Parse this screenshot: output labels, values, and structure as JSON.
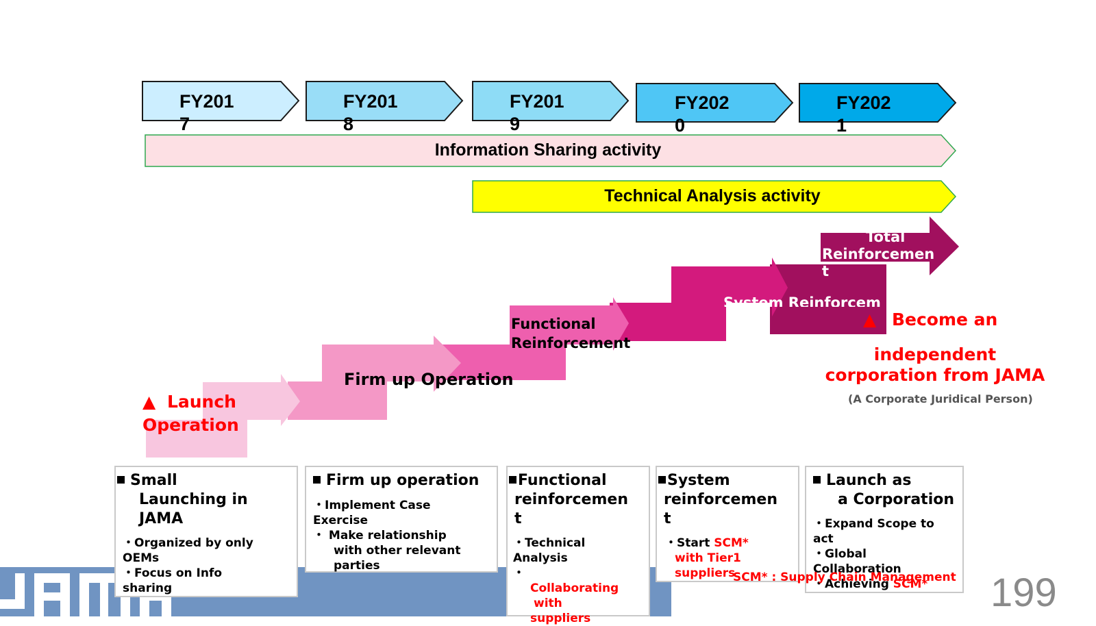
{
  "years": [
    "FY2017",
    "FY2018",
    "FY2019",
    "FY2020",
    "FY2021"
  ],
  "bars": {
    "info_sharing": "Information Sharing activity",
    "technical_analysis": "Technical Analysis activity"
  },
  "stairs": {
    "launch_marker": "▲",
    "launch_text": "Launch",
    "launch_text2": "Operation",
    "firm_up": "Firm up Operation",
    "functional_1": "Functional",
    "functional_2": "Reinforcement",
    "system_partial": "System Reinforcem",
    "total_1": "Total",
    "total_2": "Reinforcemen",
    "total_3": "t"
  },
  "goal": {
    "marker": "▲",
    "line1": "Become an",
    "line2": "independent",
    "line3": "corporation from JAMA",
    "subtitle": "(A Corporate Juridical Person)"
  },
  "boxes": [
    {
      "title_lines": [
        "Small",
        "Launching  in",
        "JAMA"
      ],
      "items": [
        "・Organized by only",
        "OEMs",
        "・Focus on Info",
        "sharing"
      ]
    },
    {
      "title_lines": [
        "Firm up operation"
      ],
      "items": [
        "・Implement Case",
        "Exercise",
        "・ Make relationship",
        "with  other relevant",
        "parties"
      ]
    },
    {
      "title_lines": [
        "Functional",
        "reinforcemen",
        "t"
      ],
      "items": [
        "・Technical",
        "Analysis",
        "・",
        "Collaborating",
        "with",
        "suppliers"
      ]
    },
    {
      "title_lines": [
        "System",
        "reinforcemen",
        "t"
      ],
      "items": [
        "・Start",
        "SCM*",
        "with  Tier1",
        "suppliers"
      ]
    },
    {
      "title_lines": [
        "Launch as",
        "a Corporation"
      ],
      "items": [
        "・Expand Scope to",
        "act",
        "・Global",
        "Collaboration",
        "・Achieving",
        "SCM*"
      ]
    }
  ],
  "footnote": "SCM* : Supply Chain Management",
  "page_number": "199",
  "logo_text": "JAMA",
  "colors": {
    "fy2017": "#cceeff",
    "fy2018": "#99ddf7",
    "fy2019": "#8edcf6",
    "fy2020": "#4fc6f5",
    "fy2021": "#00a9e9",
    "info_bar": "#fde0e4",
    "tech_bar": "#ffff00",
    "step1": "#f8c6df",
    "step2": "#f498c6",
    "step3": "#ee5fae",
    "step4": "#d31a7d",
    "step5": "#a1105e",
    "red": "#ff0000",
    "footer": "#7094c2"
  }
}
